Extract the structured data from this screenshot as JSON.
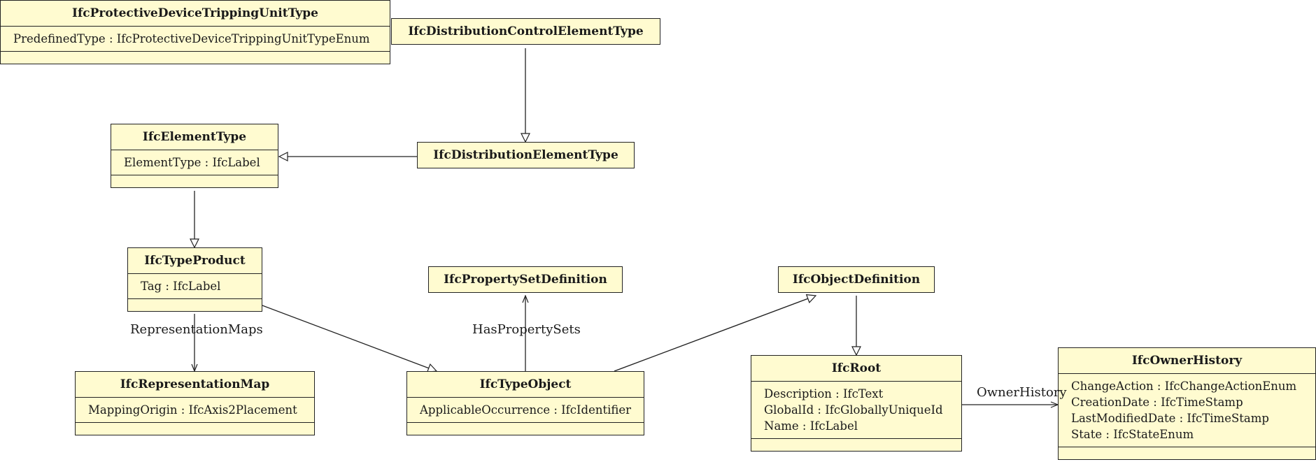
{
  "classes": [
    {
      "id": "ptu",
      "name": "IfcProtectiveDeviceTrippingUnitType",
      "attributes": [
        "PredefinedType : IfcProtectiveDeviceTrippingUnitTypeEnum"
      ],
      "has_ops": true
    },
    {
      "id": "dcet",
      "name": "IfcDistributionControlElementType",
      "attributes": [],
      "has_ops": false
    },
    {
      "id": "et",
      "name": "IfcElementType",
      "attributes": [
        "ElementType : IfcLabel"
      ],
      "has_ops": true
    },
    {
      "id": "det",
      "name": "IfcDistributionElementType",
      "attributes": [],
      "has_ops": false
    },
    {
      "id": "tp",
      "name": "IfcTypeProduct",
      "attributes": [
        "Tag : IfcLabel"
      ],
      "has_ops": true
    },
    {
      "id": "psd",
      "name": "IfcPropertySetDefinition",
      "attributes": [],
      "has_ops": false
    },
    {
      "id": "od",
      "name": "IfcObjectDefinition",
      "attributes": [],
      "has_ops": false
    },
    {
      "id": "rm",
      "name": "IfcRepresentationMap",
      "attributes": [
        "MappingOrigin : IfcAxis2Placement"
      ],
      "has_ops": true
    },
    {
      "id": "to",
      "name": "IfcTypeObject",
      "attributes": [
        "ApplicableOccurrence : IfcIdentifier"
      ],
      "has_ops": true
    },
    {
      "id": "root",
      "name": "IfcRoot",
      "attributes": [
        "Description : IfcText",
        "GlobalId : IfcGloballyUniqueId",
        "Name : IfcLabel"
      ],
      "has_ops": true
    },
    {
      "id": "oh",
      "name": "IfcOwnerHistory",
      "attributes": [
        "ChangeAction : IfcChangeActionEnum",
        "CreationDate : IfcTimeStamp",
        "LastModifiedDate : IfcTimeStamp",
        "State : IfcStateEnum"
      ],
      "has_ops": true
    }
  ],
  "edge_labels": {
    "representation_maps": "RepresentationMaps",
    "has_property_sets": "HasPropertySets",
    "owner_history": "OwnerHistory"
  },
  "colors": {
    "class_fill": "#fffbd0",
    "stroke": "#222222"
  }
}
